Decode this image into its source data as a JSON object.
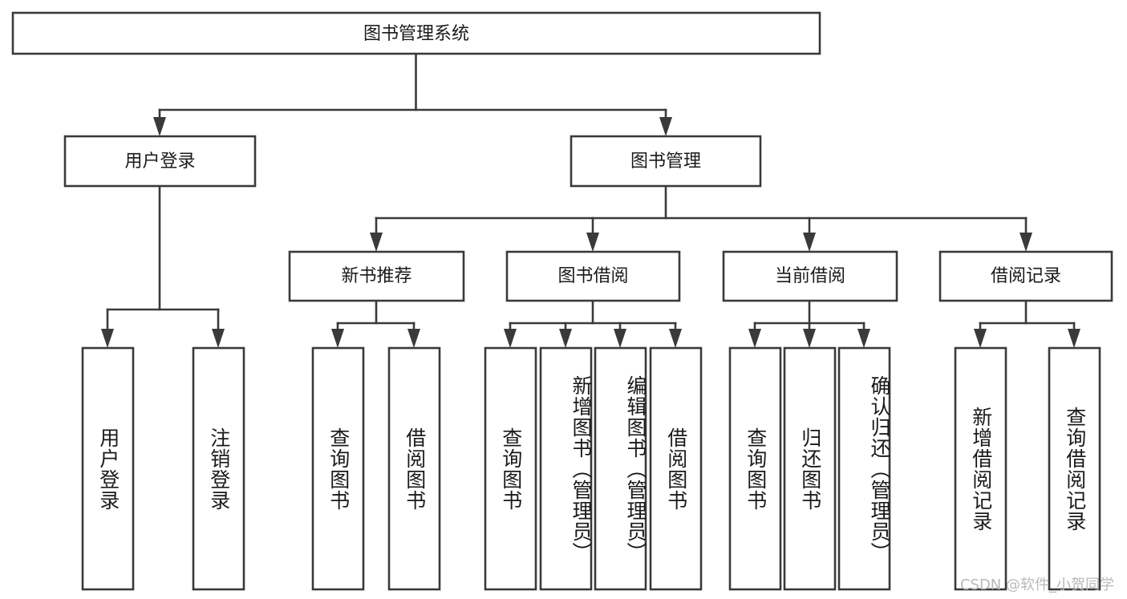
{
  "diagram": {
    "title_node": {
      "label": "图书管理系统"
    },
    "level2": [
      {
        "id": "user-login",
        "label": "用户登录"
      },
      {
        "id": "book-manage",
        "label": "图书管理"
      }
    ],
    "level3": [
      {
        "id": "new-book-recommend",
        "label": "新书推荐"
      },
      {
        "id": "book-borrow",
        "label": "图书借阅"
      },
      {
        "id": "current-borrow",
        "label": "当前借阅"
      },
      {
        "id": "borrow-record",
        "label": "借阅记录"
      }
    ],
    "leaves": [
      {
        "id": "leaf-user-login",
        "label": "用户登录",
        "parent": "user-login"
      },
      {
        "id": "leaf-logout-login",
        "label": "注销登录",
        "parent": "user-login"
      },
      {
        "id": "leaf-query-book-1",
        "label": "查询图书",
        "parent": "new-book-recommend"
      },
      {
        "id": "leaf-borrow-book-1",
        "label": "借阅图书",
        "parent": "new-book-recommend"
      },
      {
        "id": "leaf-query-book-2",
        "label": "查询图书",
        "parent": "book-borrow"
      },
      {
        "id": "leaf-add-book",
        "label": "新增图书（管理员）",
        "parent": "book-borrow"
      },
      {
        "id": "leaf-edit-book",
        "label": "编辑图书（管理员）",
        "parent": "book-borrow"
      },
      {
        "id": "leaf-borrow-book-2",
        "label": "借阅图书",
        "parent": "book-borrow"
      },
      {
        "id": "leaf-query-book-3",
        "label": "查询图书",
        "parent": "current-borrow"
      },
      {
        "id": "leaf-return-book",
        "label": "归还图书",
        "parent": "current-borrow"
      },
      {
        "id": "leaf-confirm-return",
        "label": "确认归还（管理员）",
        "parent": "current-borrow"
      },
      {
        "id": "leaf-add-record",
        "label": "新增借阅记录",
        "parent": "borrow-record"
      },
      {
        "id": "leaf-query-record",
        "label": "查询借阅记录",
        "parent": "borrow-record"
      }
    ],
    "watermark": "CSDN @软件_小贺同学",
    "colors": {
      "stroke": "#3a3a3a",
      "box_fill": "#ffffff",
      "text": "#1a1a1a",
      "watermark": "#b9b9b9",
      "background": "#ffffff"
    }
  }
}
